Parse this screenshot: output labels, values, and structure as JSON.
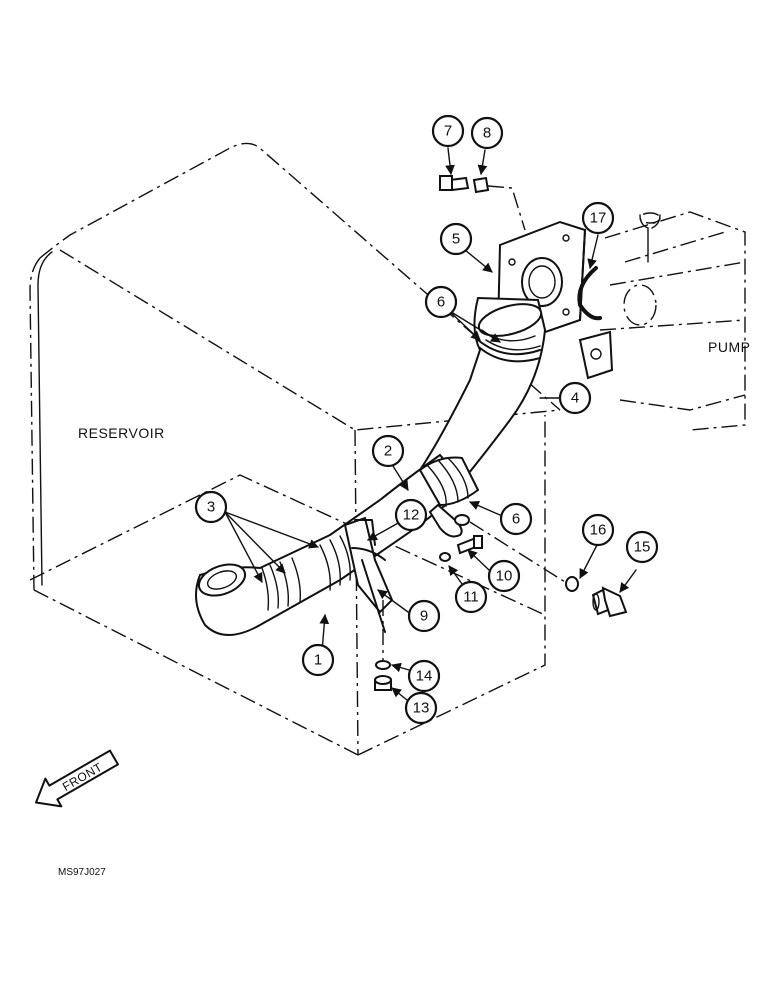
{
  "labels": {
    "reservoir": "RESERVOIR",
    "pump": "PUMP",
    "front": "FRONT",
    "figure_code": "MS97J027"
  },
  "callouts": [
    "1",
    "2",
    "3",
    "4",
    "5",
    "6",
    "6",
    "7",
    "8",
    "9",
    "10",
    "11",
    "12",
    "13",
    "14",
    "15",
    "16",
    "17"
  ]
}
